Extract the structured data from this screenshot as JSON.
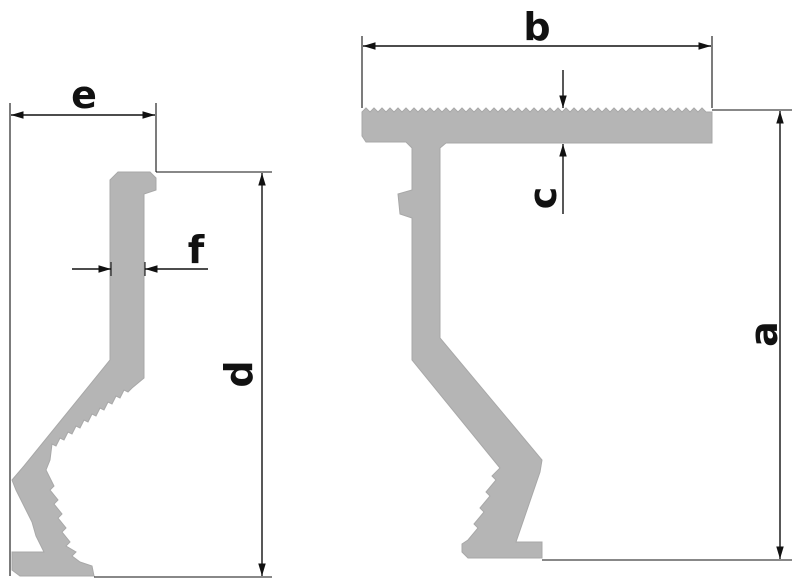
{
  "dimensions": {
    "a": "a",
    "b": "b",
    "c": "c",
    "d": "d",
    "e": "e",
    "f": "f"
  },
  "colors": {
    "profile_fill": "#b5b5b5",
    "profile_stroke": "#a8a8a8",
    "line": "#111111",
    "background": "#ffffff"
  }
}
